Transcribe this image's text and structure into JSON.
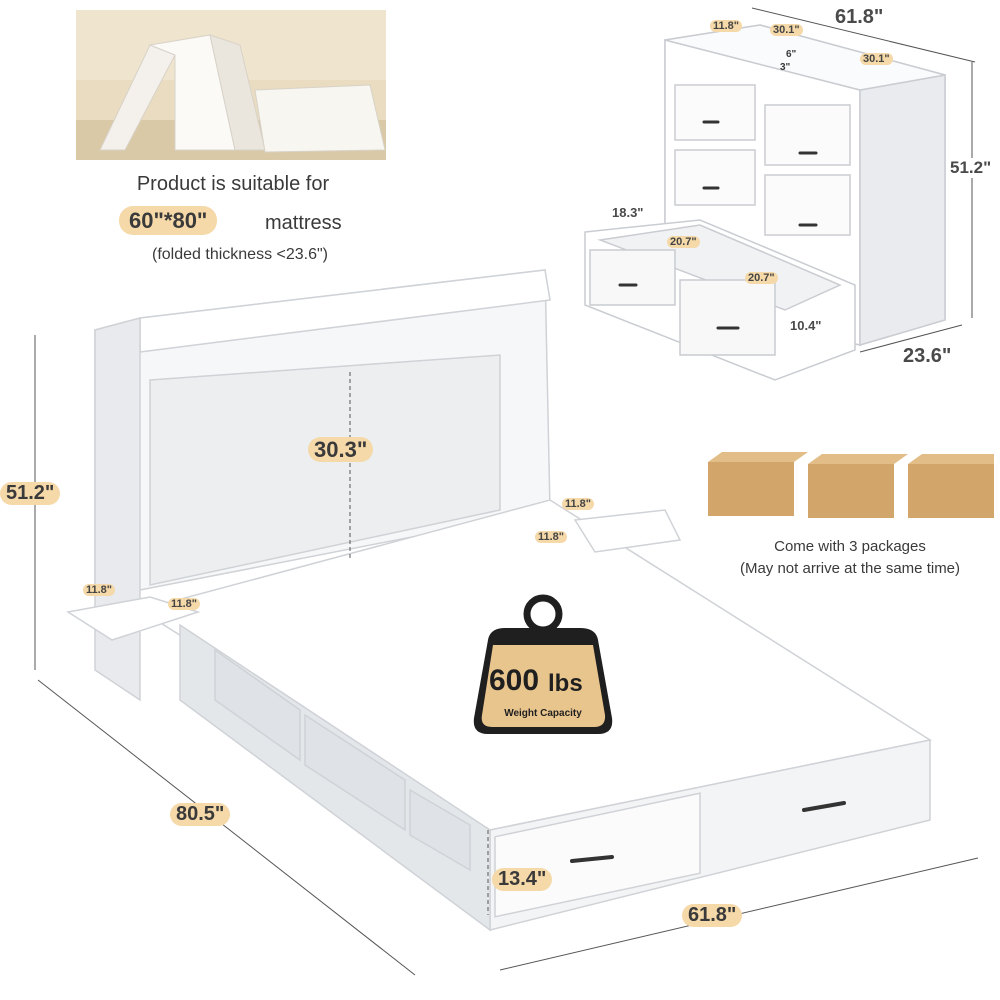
{
  "mattress_info": {
    "line1": "Product is suitable for",
    "size": "60\"*80\"",
    "size_suffix": "mattress",
    "note": "(folded thickness <23.6\")"
  },
  "packages": {
    "line1": "Come with 3 packages",
    "line2": "(May not arrive at the same time)"
  },
  "weight": {
    "value": "600",
    "unit": "lbs",
    "caption": "Weight Capacity"
  },
  "cabinet_dims": {
    "width_top": "61.8\"",
    "height": "51.2\"",
    "depth": "23.6\"",
    "shelf_left": "11.8\"",
    "shelf_mid": "30.1\"",
    "shelf_right": "30.1\"",
    "slot_width": "6\"",
    "slot_height": "3\"",
    "drawer_depth": "18.3\"",
    "drawer_w1": "20.7\"",
    "drawer_w2": "20.7\"",
    "drawer_h": "10.4\""
  },
  "bed_dims": {
    "height": "51.2\"",
    "headboard_height": "30.3\"",
    "length": "80.5\"",
    "width": "61.8\"",
    "footboard_height": "13.4\"",
    "table_right_w": "11.8\"",
    "table_right_d": "11.8\"",
    "table_left_w": "11.8\"",
    "table_left_d": "11.8\""
  },
  "colors": {
    "badge": "#f5d9a8",
    "box": "#d2a56a",
    "weight_bg": "#1f1f1f"
  }
}
